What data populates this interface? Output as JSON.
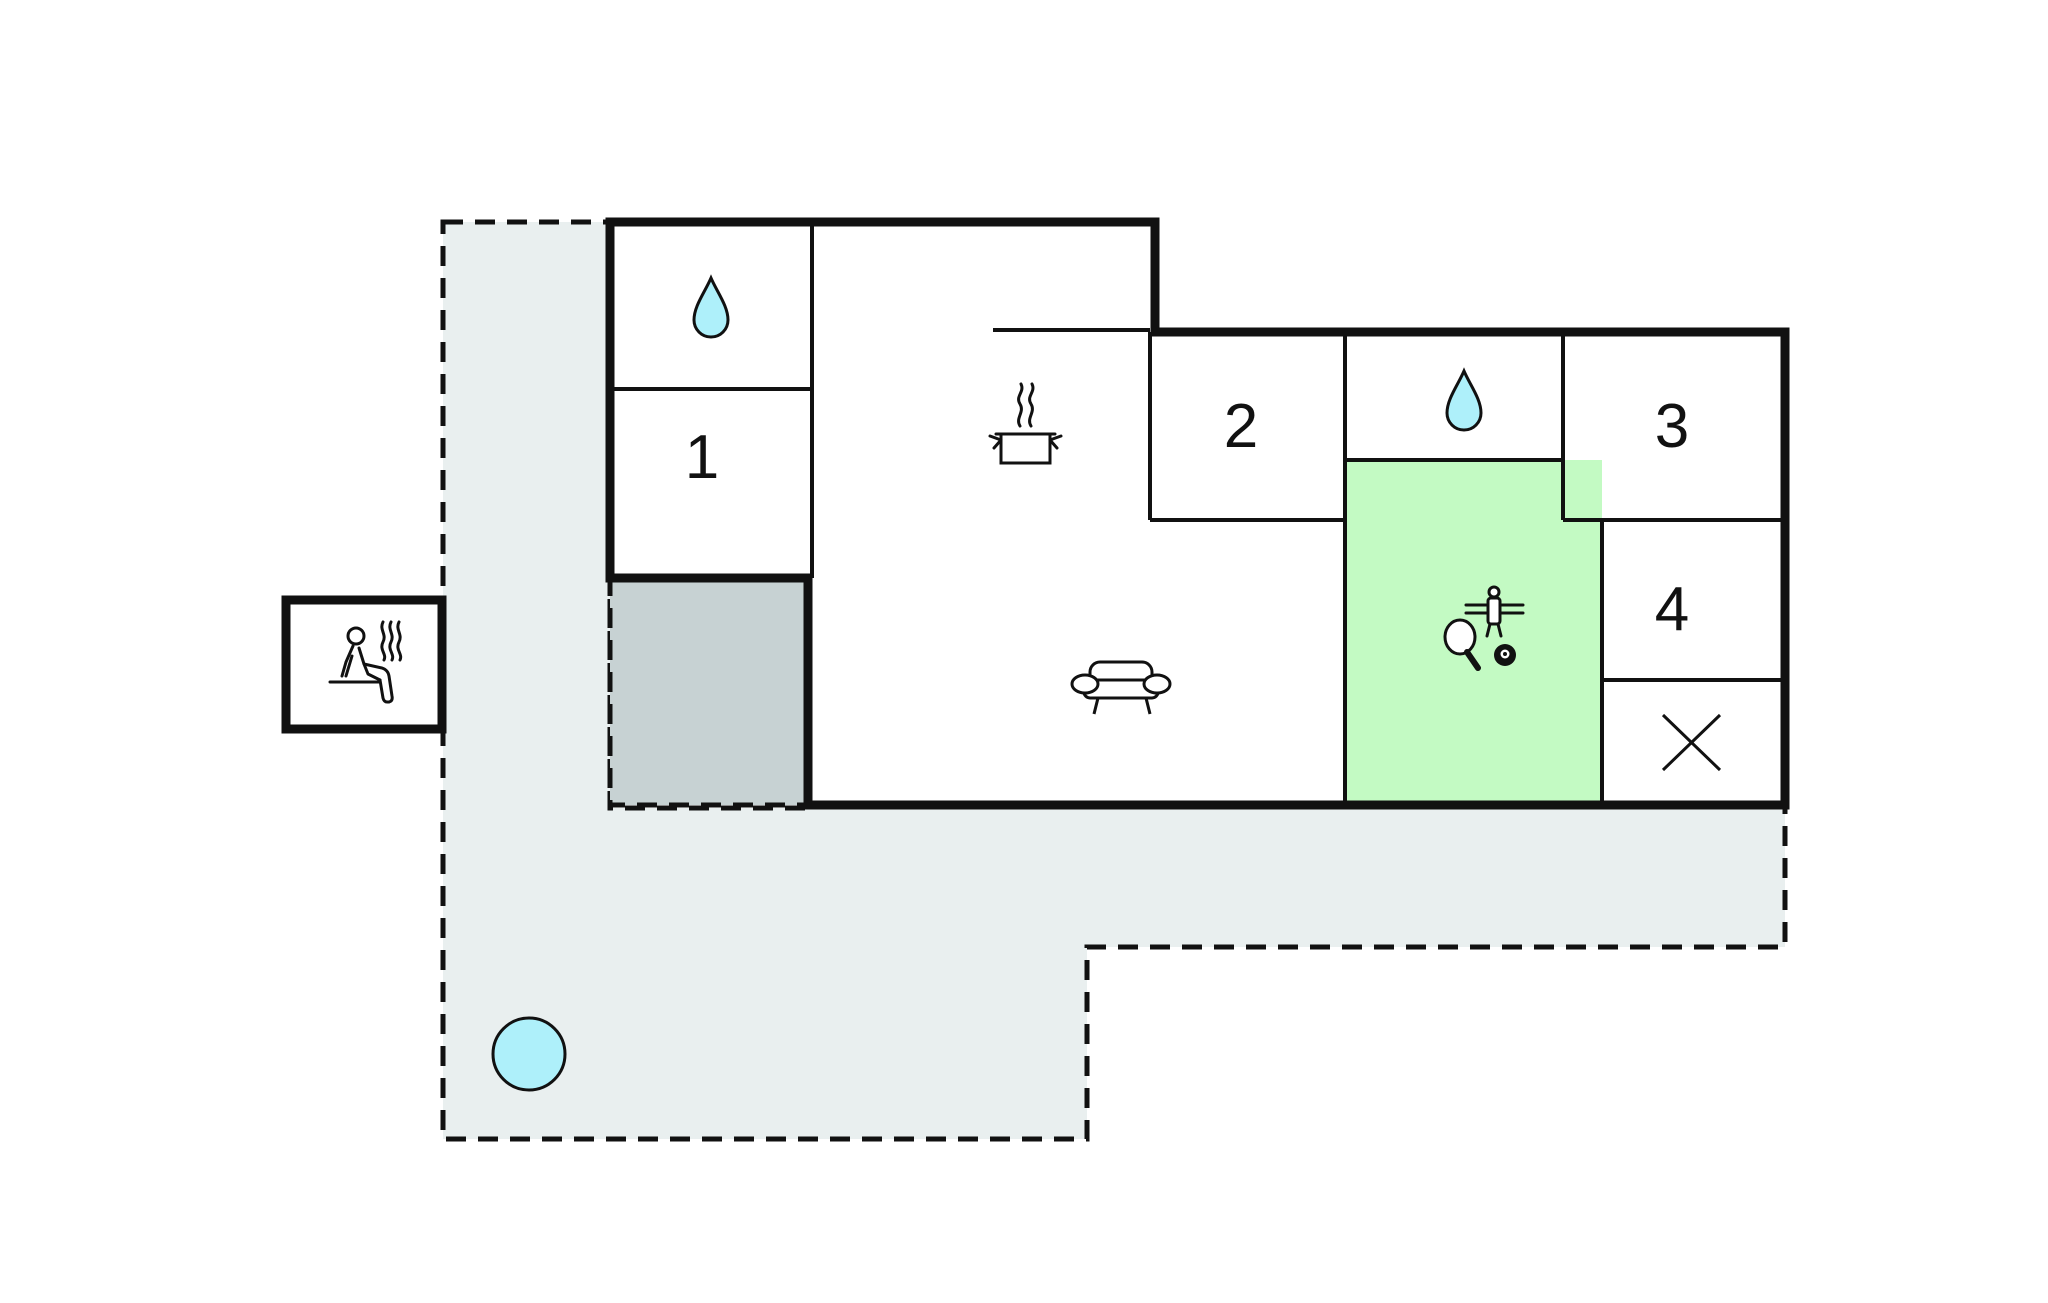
{
  "colors": {
    "terrace": "#e9efef",
    "covered_terrace": "#c7d2d3",
    "activity_room": "#c3fac3",
    "water": "#aef0fa",
    "wall": "#111111",
    "background": "#ffffff"
  },
  "rooms": {
    "bedroom_1": {
      "label": "1"
    },
    "bedroom_2": {
      "label": "2"
    },
    "bedroom_3": {
      "label": "3"
    },
    "bedroom_4": {
      "label": "4"
    }
  },
  "icons": {
    "bathroom_top_left": "water-drop-icon",
    "bathroom_top_right": "water-drop-icon",
    "kitchen": "cooking-pot-icon",
    "living_room": "sofa-icon",
    "activity_room": [
      "table-football-icon",
      "table-tennis-icon",
      "billiard-ball-icon"
    ],
    "utility_room": "cross-icon",
    "sauna": "sauna-icon",
    "pool": "pool-icon"
  }
}
